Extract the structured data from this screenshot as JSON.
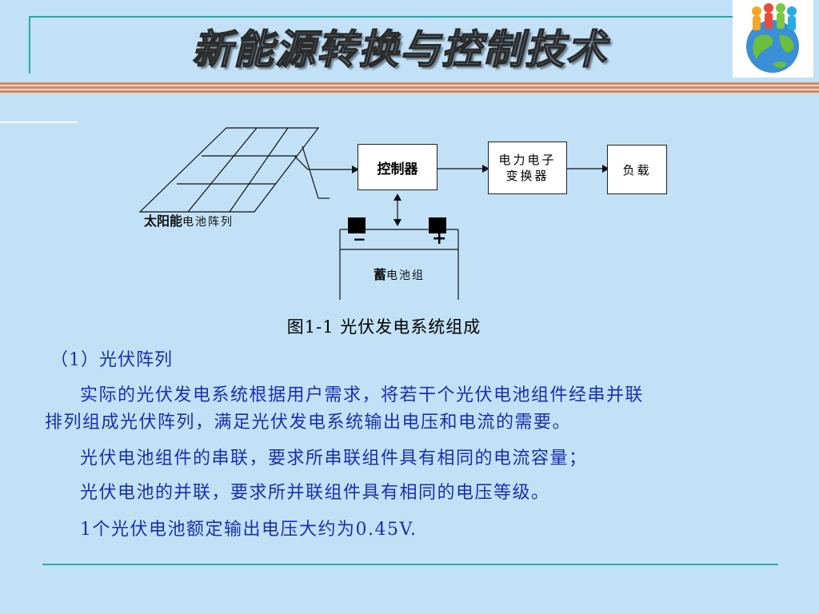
{
  "header": {
    "title": "新能源转换与控制技术"
  },
  "diagram": {
    "solar_array": {
      "label_bold": "太阳能",
      "label_rest": "电池阵列"
    },
    "controller": {
      "label": "控制器"
    },
    "converter": {
      "line1": "电力电子",
      "line2": "变换器"
    },
    "load": {
      "label": "负载"
    },
    "battery": {
      "label_bold": "蓄",
      "label_rest": "电池组",
      "minus": "−",
      "plus": "+"
    }
  },
  "figure": {
    "caption": "图1-1  光伏发电系统组成"
  },
  "section": {
    "heading": "（1）光伏阵列",
    "para1_line1": "实际的光伏发电系统根据用户需求，将若干个光伏电池组件经串并联",
    "para1_line2": "排列组成光伏阵列，满足光伏发电系统输出电压和电流的需要。",
    "para2": "光伏电池组件的串联，要求所串联组件具有相同的电流容量；",
    "para3": "光伏电池的并联，要求所并联组件具有相同的电压等级。",
    "para4": "1个光伏电池额定输出电压大约为0.45V."
  }
}
